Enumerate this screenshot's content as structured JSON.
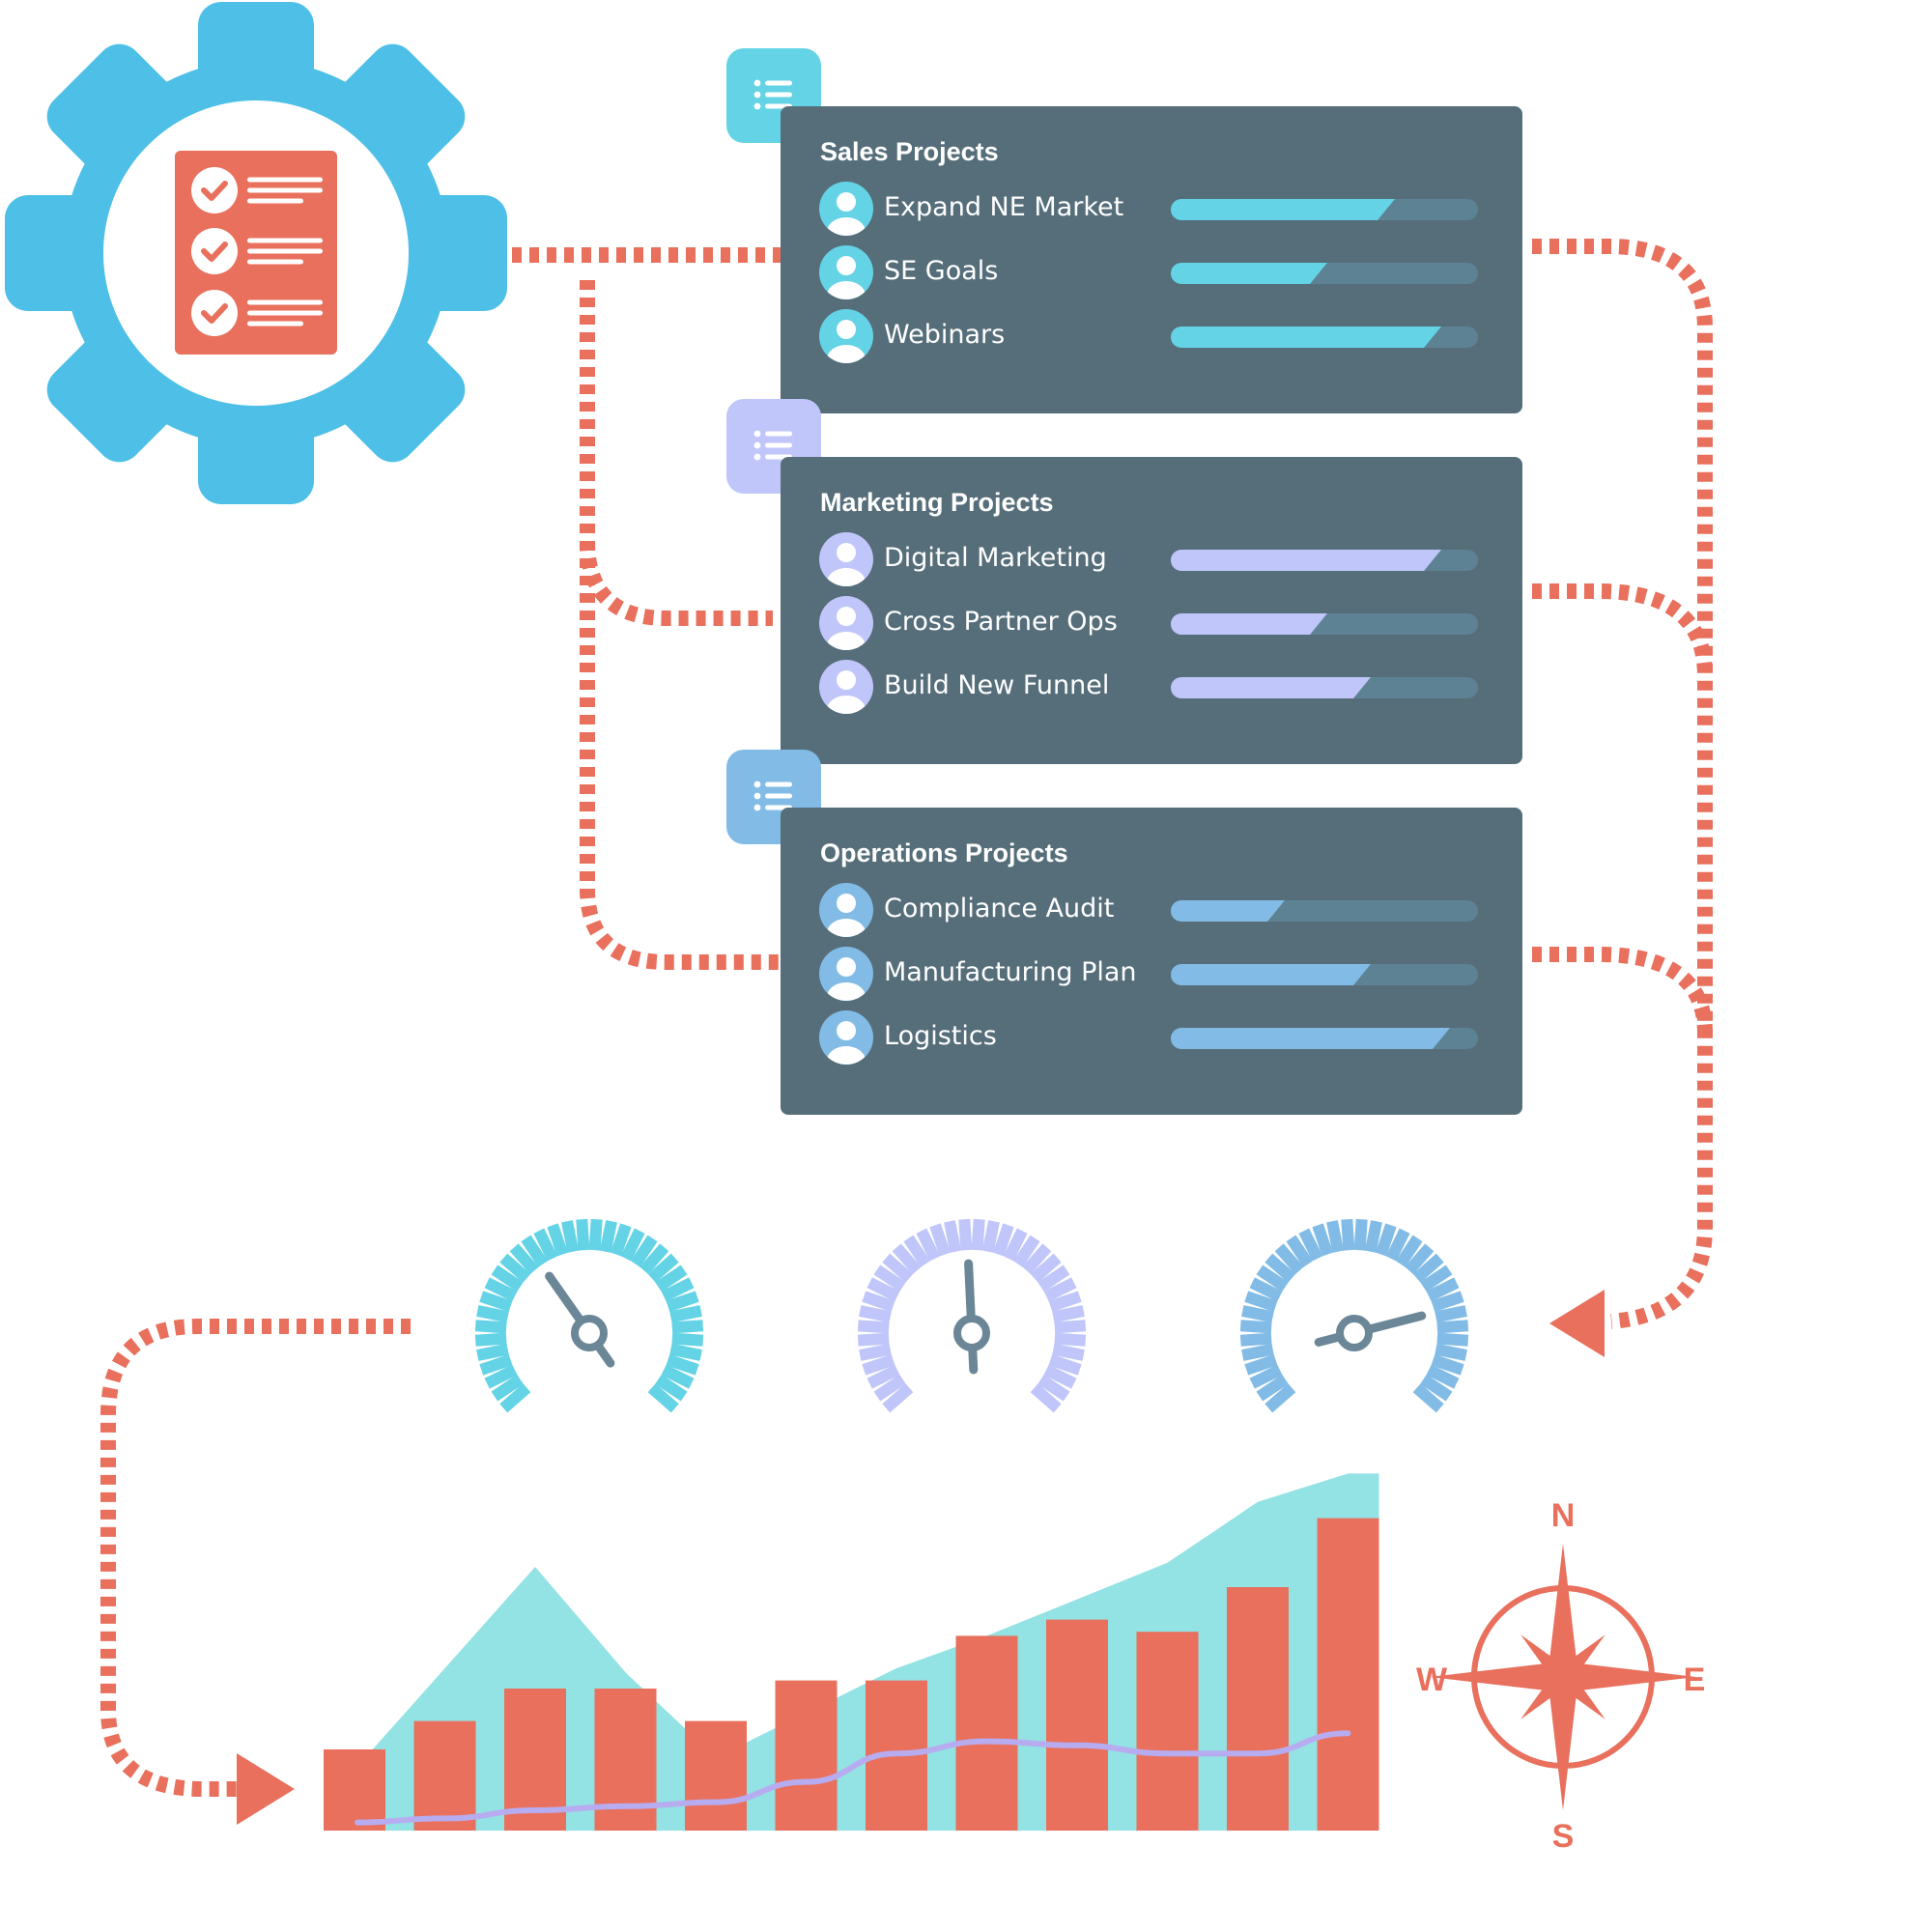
{
  "colors": {
    "card_bg": "#566e7a",
    "track": "#5d8294",
    "connector": "#e8705c",
    "gear": "#4ec0e7",
    "sales": "#63d3e5",
    "marketing": "#c0c6fa",
    "operations": "#82bce6",
    "bars": "#e8705c",
    "area": "#93e2e4",
    "trend_line": "#b8acf0",
    "needle": "#6b8797"
  },
  "icons": {
    "gear": "gear-icon",
    "checklist": "checklist-icon",
    "list": "list-icon",
    "avatar": "user-avatar-icon",
    "compass": "compass-icon"
  },
  "cards": [
    {
      "id": "sales",
      "title": "Sales Projects",
      "color": "#63d3e5",
      "items": [
        {
          "label": "Expand NE Market",
          "progress": 0.73
        },
        {
          "label": "SE Goals",
          "progress": 0.51
        },
        {
          "label": "Webinars",
          "progress": 0.88
        }
      ]
    },
    {
      "id": "marketing",
      "title": "Marketing Projects",
      "color": "#c0c6fa",
      "items": [
        {
          "label": "Digital Marketing",
          "progress": 0.88
        },
        {
          "label": "Cross Partner Ops",
          "progress": 0.51
        },
        {
          "label": "Build New Funnel",
          "progress": 0.65
        }
      ]
    },
    {
      "id": "operations",
      "title": "Operations Projects",
      "color": "#82bce6",
      "items": [
        {
          "label": "Compliance Audit",
          "progress": 0.37
        },
        {
          "label": "Manufacturing Plan",
          "progress": 0.65
        },
        {
          "label": "Logistics",
          "progress": 0.91
        }
      ]
    }
  ],
  "gauges": [
    {
      "id": "sales",
      "color": "#63d3e5",
      "value": 0.37
    },
    {
      "id": "marketing",
      "color": "#c0c6fa",
      "value": 0.49
    },
    {
      "id": "operations",
      "color": "#82bce6",
      "value": 0.78
    }
  ],
  "compass": {
    "n": "N",
    "s": "S",
    "e": "E",
    "w": "W"
  },
  "chart_data": {
    "type": "bar",
    "title": "",
    "xlabel": "",
    "ylabel": "",
    "grid": false,
    "ylim": [
      0,
      100
    ],
    "categories": [
      "",
      "",
      "",
      "",
      "",
      "",
      "",
      "",
      "",
      "",
      "",
      ""
    ],
    "series": [
      {
        "type": "bar",
        "values": [
          20,
          27,
          35,
          35,
          27,
          37,
          37,
          48,
          52,
          49,
          60,
          77
        ]
      },
      {
        "type": "area",
        "values": [
          15,
          40,
          65,
          39,
          18,
          29,
          40,
          48,
          57,
          66,
          81,
          88
        ]
      },
      {
        "type": "line",
        "values": [
          2,
          3,
          5,
          6,
          7,
          12,
          19,
          22,
          21,
          19,
          19,
          24
        ]
      }
    ]
  }
}
